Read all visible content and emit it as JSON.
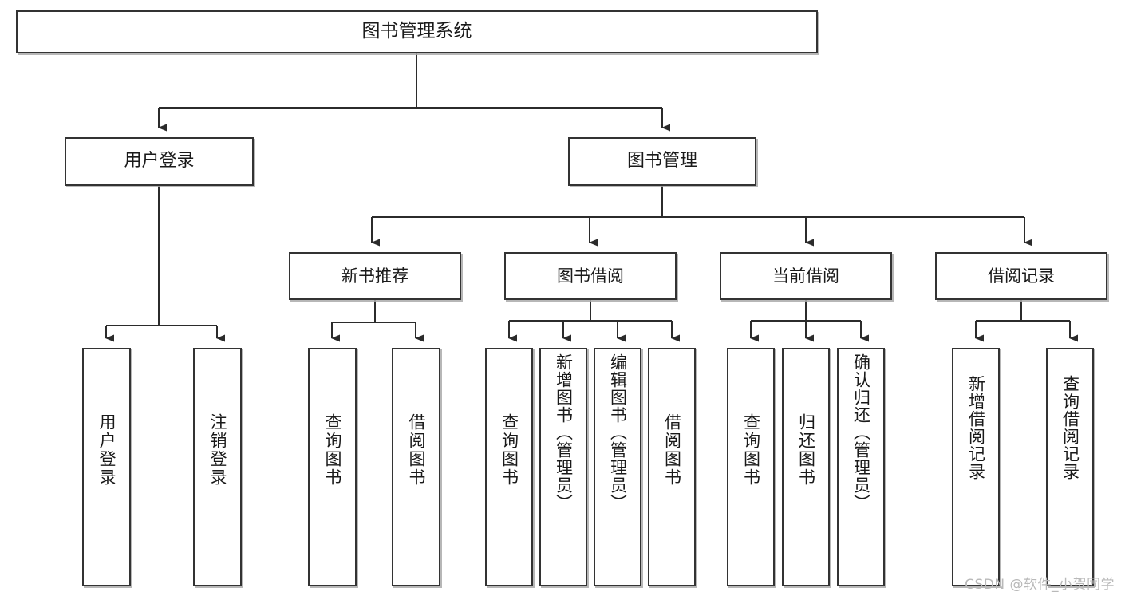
{
  "diagram": {
    "title": "图书管理系统",
    "type": "tree",
    "watermark": "CSDN @软件_小贺同学",
    "colors": {
      "box_border": "#333333",
      "box_fill": "#ffffff",
      "connector": "#2b2b2b",
      "shadow": "#aaaaaa",
      "watermark": "#b9b9b9",
      "page_background": "#ffffff"
    },
    "levels": {
      "root": {
        "label": "图书管理系统"
      },
      "level2": [
        {
          "id": "user-login",
          "label": "用户登录"
        },
        {
          "id": "book-management",
          "label": "图书管理"
        }
      ],
      "level3": [
        {
          "id": "new-book-recommend",
          "label": "新书推荐",
          "parent": "book-management"
        },
        {
          "id": "book-borrow",
          "label": "图书借阅",
          "parent": "book-management"
        },
        {
          "id": "current-borrow",
          "label": "当前借阅",
          "parent": "book-management"
        },
        {
          "id": "borrow-record",
          "label": "借阅记录",
          "parent": "book-management"
        }
      ],
      "leaves": [
        {
          "id": "leaf-user-login",
          "label": "用户登录",
          "parent": "user-login"
        },
        {
          "id": "leaf-user-logout",
          "label": "注销登录",
          "parent": "user-login"
        },
        {
          "id": "leaf-query-book-1",
          "label": "查询图书",
          "parent": "new-book-recommend"
        },
        {
          "id": "leaf-borrow-book-1",
          "label": "借阅图书",
          "parent": "new-book-recommend"
        },
        {
          "id": "leaf-query-book-2",
          "label": "查询图书",
          "parent": "book-borrow"
        },
        {
          "id": "leaf-add-book",
          "label": "新增图书（管理员）",
          "parent": "book-borrow"
        },
        {
          "id": "leaf-edit-book",
          "label": "编辑图书（管理员）",
          "parent": "book-borrow"
        },
        {
          "id": "leaf-borrow-book-2",
          "label": "借阅图书",
          "parent": "book-borrow"
        },
        {
          "id": "leaf-query-book-3",
          "label": "查询图书",
          "parent": "current-borrow"
        },
        {
          "id": "leaf-return-book",
          "label": "归还图书",
          "parent": "current-borrow"
        },
        {
          "id": "leaf-confirm-return",
          "label": "确认归还（管理员）",
          "parent": "current-borrow"
        },
        {
          "id": "leaf-add-record",
          "label": "新增借阅记录",
          "parent": "borrow-record"
        },
        {
          "id": "leaf-query-record",
          "label": "查询借阅记录",
          "parent": "borrow-record"
        }
      ]
    }
  }
}
